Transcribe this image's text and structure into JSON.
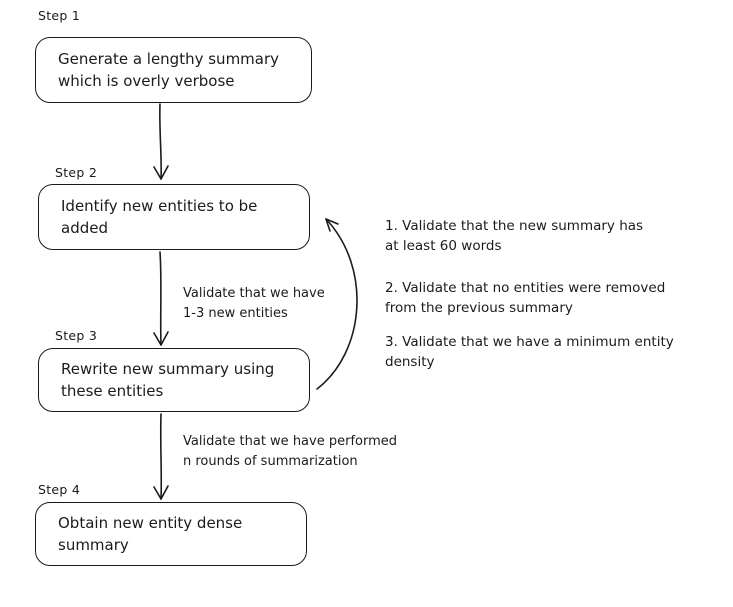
{
  "diagram": {
    "steps": [
      {
        "label": "Step 1",
        "box": "Generate a lengthy summary\nwhich is overly verbose"
      },
      {
        "label": "Step 2",
        "box": "Identify new entities to be\nadded"
      },
      {
        "label": "Step 3",
        "box": "Rewrite new summary using\nthese entities"
      },
      {
        "label": "Step 4",
        "box": "Obtain new entity dense\nsummary"
      }
    ],
    "edge_labels": [
      "Validate that we have\n1-3 new entities",
      "Validate that we have performed\nn rounds of summarization"
    ],
    "loop_notes": [
      "1. Validate that the new summary has\nat least 60 words",
      "2. Validate that no entities were removed\nfrom the previous summary",
      "3. Validate that we have a minimum entity\ndensity"
    ],
    "colors": {
      "stroke": "#1b1b1b",
      "background": "#ffffff"
    }
  }
}
